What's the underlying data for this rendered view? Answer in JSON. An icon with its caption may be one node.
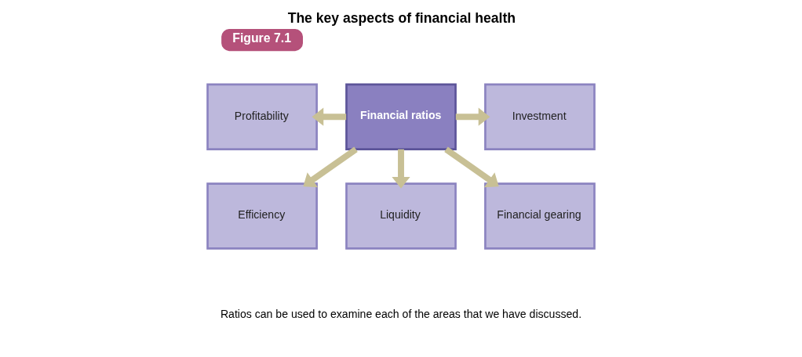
{
  "diagram": {
    "title": "The key aspects of financial health",
    "caption": "Ratios can be used to examine each of the areas that we have discussed.",
    "nodes": [
      {
        "text": [
          "Profitability"
        ]
      },
      {
        "text": [
          "Financial ratios"
        ]
      },
      {
        "text": [
          "Investment"
        ]
      },
      {
        "text": [
          "Efficiency"
        ]
      },
      {
        "text": [
          "Liquidity"
        ]
      },
      {
        "text": [
          "Financial gearing"
        ]
      }
    ],
    "edges": [
      {
        "from": 1,
        "to": 0,
        "arrow": "to"
      },
      {
        "from": 1,
        "to": 2,
        "arrow": "to"
      },
      {
        "from": 1,
        "to": 3,
        "arrow": "to"
      },
      {
        "from": 1,
        "to": 4,
        "arrow": "to"
      },
      {
        "from": 1,
        "to": 5,
        "arrow": "to"
      }
    ],
    "labels": [
      "Figure 7.1"
    ]
  }
}
